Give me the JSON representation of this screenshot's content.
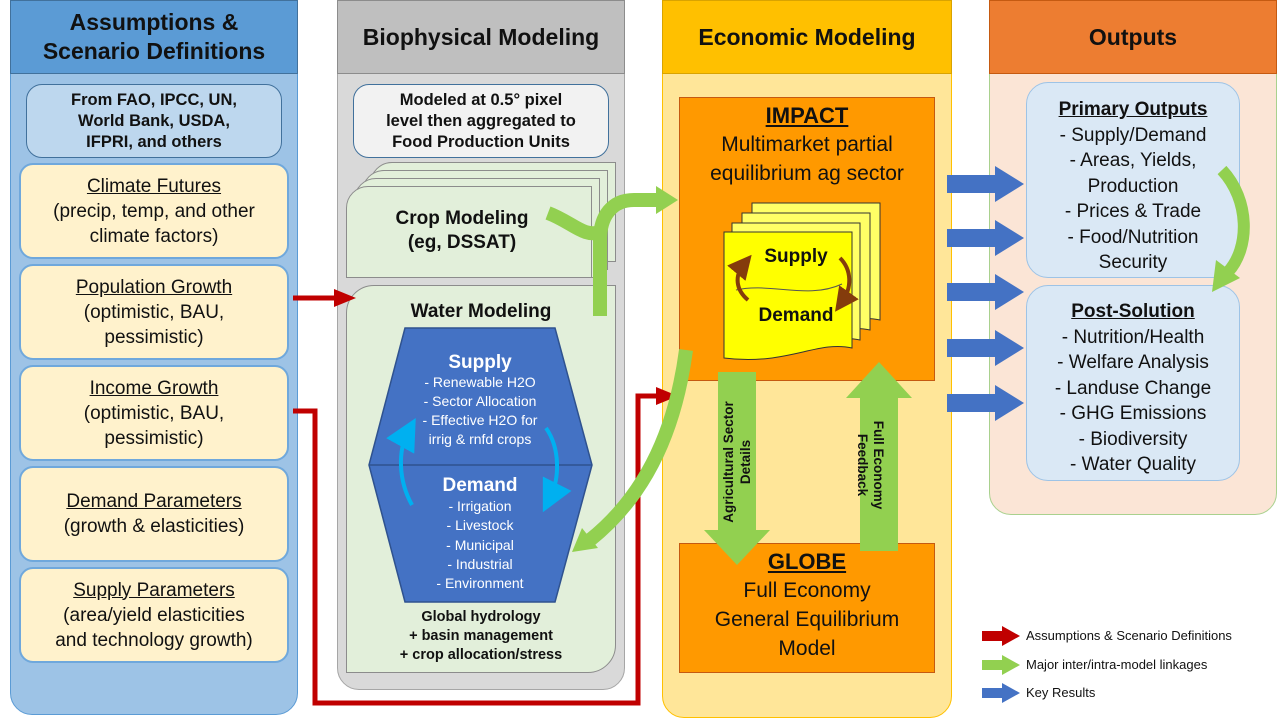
{
  "columns": {
    "assumptions": {
      "title_line1": "Assumptions &",
      "title_line2": "Scenario Definitions",
      "sources": [
        "From FAO, IPCC, UN,",
        "World Bank, USDA,",
        "IFPRI, and others"
      ],
      "cards": [
        {
          "title": "Climate Futures",
          "lines": [
            "(precip, temp, and other",
            "climate factors)"
          ]
        },
        {
          "title": "Population Growth",
          "lines": [
            "(optimistic, BAU,",
            "pessimistic)"
          ]
        },
        {
          "title": "Income Growth",
          "lines": [
            "(optimistic, BAU,",
            "pessimistic)"
          ]
        },
        {
          "title": "Demand Parameters",
          "lines": [
            "(growth & elasticities)"
          ]
        },
        {
          "title": "Supply Parameters",
          "lines": [
            "(area/yield elasticities",
            "and technology growth)"
          ]
        }
      ]
    },
    "biophysical": {
      "title": "Biophysical Modeling",
      "note": [
        "Modeled at 0.5° pixel",
        "level then aggregated to",
        "Food Production Units"
      ],
      "crop": [
        "Crop Modeling",
        "(eg, DSSAT)"
      ],
      "water": {
        "title": "Water Modeling",
        "supply_title": "Supply",
        "supply_items": [
          "- Renewable H2O",
          "- Sector Allocation",
          "- Effective H2O for",
          "irrig & rnfd crops"
        ],
        "demand_title": "Demand",
        "demand_items": [
          "- Irrigation",
          "- Livestock",
          "- Municipal",
          "- Industrial",
          "- Environment"
        ],
        "footer": [
          "Global hydrology",
          "+ basin management",
          "+ crop allocation/stress"
        ]
      }
    },
    "economic": {
      "title": "Economic Modeling",
      "impact": {
        "title": "IMPACT",
        "lines": [
          "Multimarket partial",
          "equilibrium ag sector"
        ],
        "supply": "Supply",
        "demand": "Demand"
      },
      "link_down": [
        "Agricultural Sector",
        "Details"
      ],
      "link_up": [
        "Full Economy",
        "Feedback"
      ],
      "globe": {
        "title": "GLOBE",
        "lines": [
          "Full Economy",
          "General Equilibrium",
          "Model"
        ]
      }
    },
    "outputs": {
      "title": "Outputs",
      "primary": {
        "title": "Primary Outputs",
        "items": [
          "- Supply/Demand",
          "- Areas, Yields,",
          "Production",
          "- Prices & Trade",
          "- Food/Nutrition",
          "Security"
        ]
      },
      "post": {
        "title": "Post-Solution",
        "items": [
          "- Nutrition/Health",
          "- Welfare Analysis",
          "- Landuse Change",
          "- GHG Emissions",
          "- Biodiversity",
          "- Water Quality"
        ]
      }
    }
  },
  "legend": [
    {
      "label": "Assumptions & Scenario Definitions",
      "color": "#c00000"
    },
    {
      "label": "Major inter/intra-model linkages",
      "color": "#92d050"
    },
    {
      "label": "Key Results",
      "color": "#4472c4"
    }
  ],
  "colors": {
    "assumptions_bg": "#9dc3e6",
    "assumptions_head": "#5b9bd5",
    "biophysical_bg": "#d9d9d9",
    "biophysical_head": "#bfbfbf",
    "economic_bg": "#ffe699",
    "economic_head": "#ffc000",
    "outputs_bg": "#fbe5d6",
    "outputs_head": "#ed7d31",
    "impact_orange": "#ff9900",
    "water_blue": "#4472c4"
  }
}
